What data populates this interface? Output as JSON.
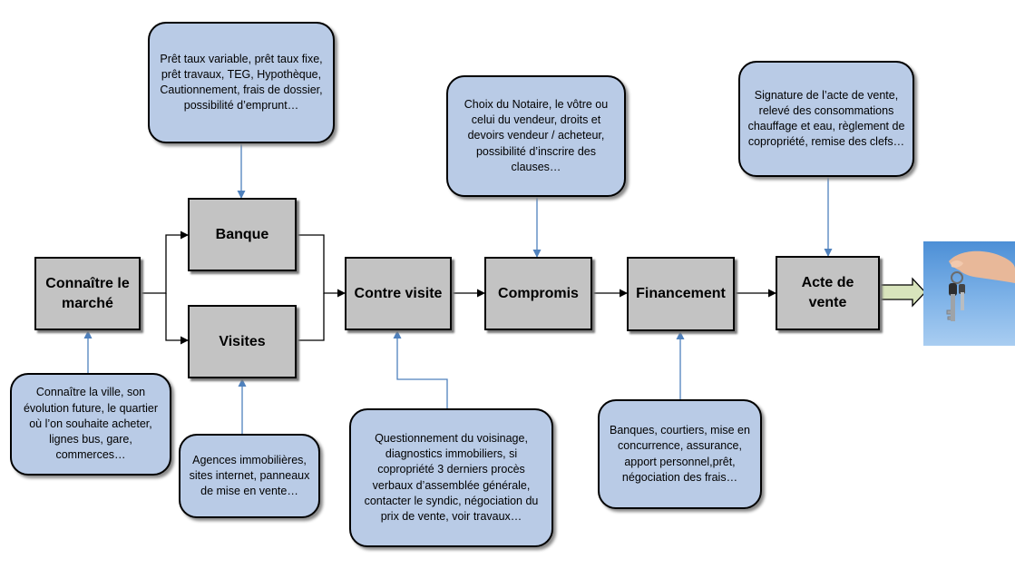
{
  "steps": {
    "marche": "Connaître le marché",
    "banque": "Banque",
    "visites": "Visites",
    "contre_visite": "Contre visite",
    "compromis": "Compromis",
    "financement": "Financement",
    "acte": "Acte de vente"
  },
  "notes": {
    "banque": "Prêt taux variable, prêt taux fixe, prêt travaux, TEG, Hypothèque, Cautionnement, frais de dossier, possibilité d’emprunt…",
    "marche": "Connaître la ville, son évolution future, le quartier où l’on souhaite acheter, lignes bus, gare, commerces…",
    "visites": "Agences immobilières, sites internet, panneaux de mise en vente…",
    "compromis": "Choix du Notaire, le vôtre ou celui du vendeur, droits et devoirs vendeur / acheteur, possibilité d’inscrire des clauses…",
    "contre_visite": "Questionnement du voisinage, diagnostics immobiliers, si copropriété 3 derniers procès verbaux d’assemblée générale, contacter le syndic, négociation du prix de vente, voir travaux…",
    "financement": "Banques, courtiers, mise en concurrence, assurance, apport personnel,prêt, négociation des frais…",
    "acte": "Signature de l’acte de vente, relevé des consommations chauffage et eau, règlement de copropriété, remise des clefs…"
  },
  "colors": {
    "step_fill": "#c3c3c3",
    "note_fill": "#b9cbe6",
    "note_connector": "#4f81bd",
    "flow_connector": "#000000",
    "final_arrow_fill": "#d8e4bc"
  },
  "icons": {
    "keys_photo": "hand-holding-keys-photo"
  }
}
